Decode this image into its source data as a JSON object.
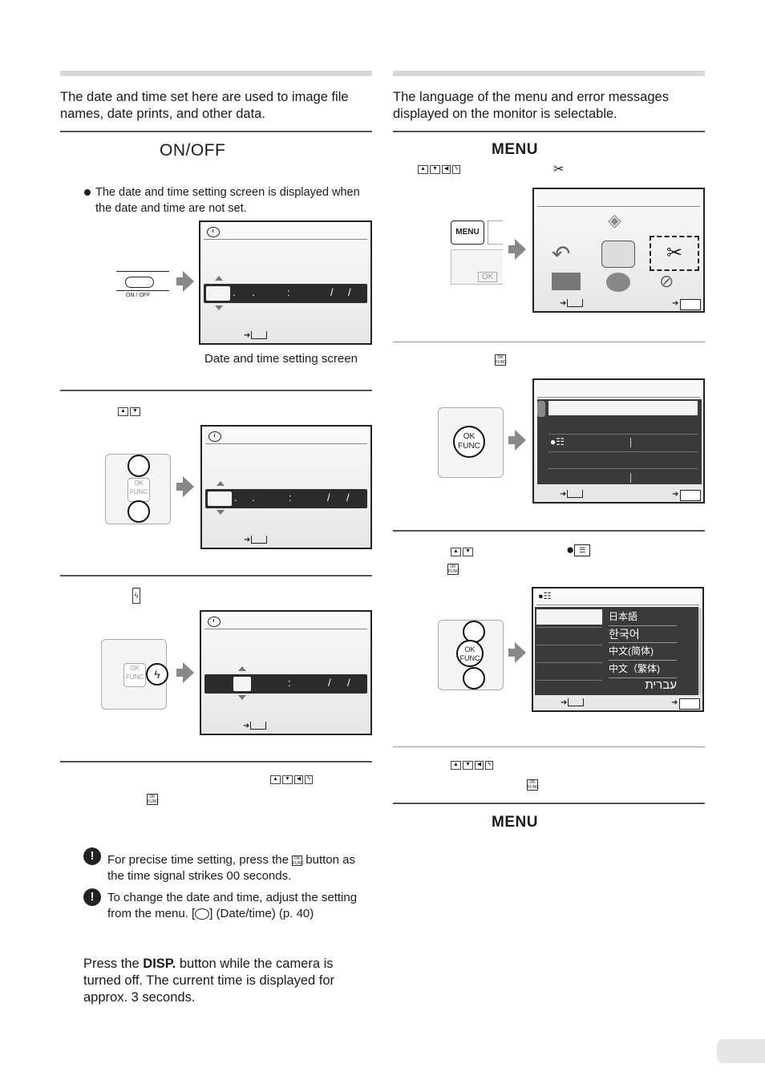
{
  "left": {
    "intro": [
      "The date and time set here are used to image file",
      "names, date prints, and other data."
    ],
    "step1_label": "ON/OFF",
    "step1_bullet": [
      "The date and time setting screen is displayed when",
      "the date and time are not set."
    ],
    "onoff_button_label": "ON / OFF",
    "screen_caption": "Date and time setting screen",
    "tip1": [
      "For precise time setting, press the",
      "button as",
      "the time signal strikes 00 seconds."
    ],
    "tip2": [
      "To change the date and time, adjust the setting",
      "from the menu. [",
      "] (Date/time) (p. 40)"
    ],
    "disp_text_pre": "Press the ",
    "disp_text_bold": "DISP.",
    "disp_text_post": " button while the camera is",
    "disp_lines": [
      "turned off. The current time is displayed for",
      "approx. 3 seconds."
    ]
  },
  "right": {
    "intro": [
      "The language of the menu and error messages",
      "displayed on the monitor is selectable."
    ],
    "menu_label_1": "MENU",
    "menu_label_2": "MENU",
    "menu_key_label": "MENU",
    "languages": [
      "日本語",
      "한국어",
      "中文(简体)",
      "中文（繁体)",
      "עברית"
    ]
  },
  "keys": {
    "ok": "OK",
    "func": "FUNC",
    "okfunc_small": "OK FUNC"
  },
  "datetime_bar": {
    "sep1": ".",
    "sep2": ".",
    "sep3": ":",
    "sep4": "/",
    "sep5": "/"
  }
}
